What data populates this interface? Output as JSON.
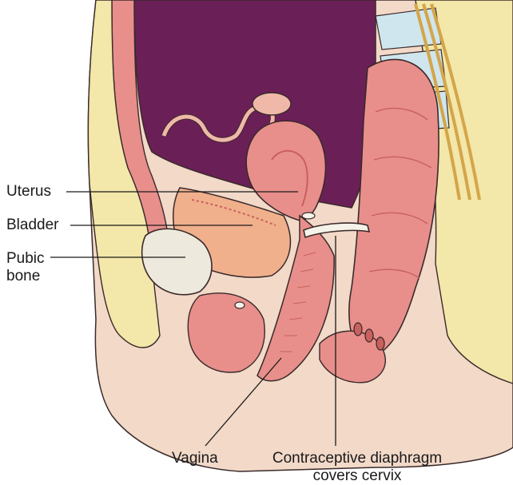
{
  "labels": {
    "uterus": "Uterus",
    "bladder": "Bladder",
    "pubic_line1": "Pubic",
    "pubic_line2": "bone",
    "vagina": "Vagina",
    "diaphragm_line1": "Contraceptive diaphragm",
    "diaphragm_line2": "covers cervix"
  },
  "colors": {
    "skin": "#f2d9c8",
    "skin_dark": "#e2b9a3",
    "cavity": "#6b1f57",
    "muscle": "#e88f8b",
    "muscle_dark": "#c9605e",
    "fat": "#f3e7a9",
    "bone": "#ede9dd",
    "outline": "#3a2a2a",
    "spine": "#cfe6ee",
    "diaphragm": "#f5f2ea",
    "leader": "#1a1a1a"
  }
}
